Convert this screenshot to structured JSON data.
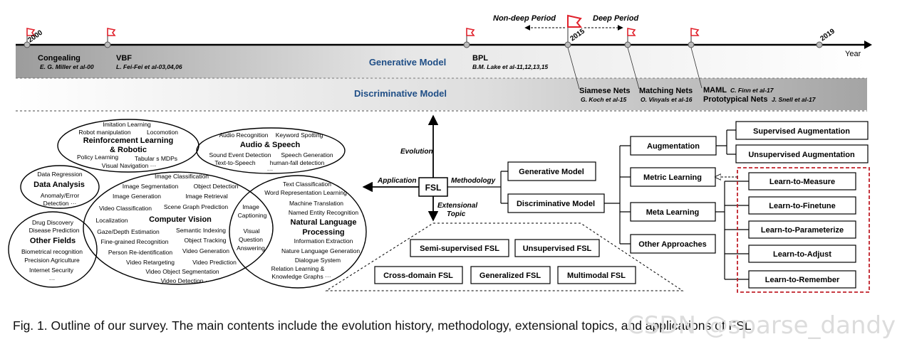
{
  "timeline": {
    "years": {
      "start": "2000",
      "mid": "2015",
      "end": "2019"
    },
    "axis_label": "Year",
    "non_deep": "Non-deep Period",
    "deep": "Deep Period",
    "generative_band": "Generative Model",
    "discriminative_band": "Discriminative Model",
    "milestones": [
      {
        "name": "Congealing",
        "ref": "E. G. Miller et al-00"
      },
      {
        "name": "VBF",
        "ref": "L. Fei-Fei et al-03,04,06"
      },
      {
        "name": "BPL",
        "ref": "B.M. Lake et al-11,12,13,15"
      },
      {
        "name": "Siamese Nets",
        "ref": "G. Koch et al-15"
      },
      {
        "name": "Matching Nets",
        "ref": "O. Vinyals et al-16"
      },
      {
        "name": "MAML",
        "ref": "C. Finn et al-17"
      },
      {
        "name": "Prototypical Nets",
        "ref": "J. Snell et al-17"
      }
    ]
  },
  "center": {
    "fsl": "FSL",
    "evolution": "Evolution",
    "application": "Application",
    "methodology": "Methodology",
    "extensional_1": "Extensional",
    "extensional_2": "Topic"
  },
  "methodology": {
    "generative": "Generative Model",
    "discriminative": "Discriminative Model",
    "augmentation": "Augmentation",
    "metric": "Metric Learning",
    "meta": "Meta Learning",
    "other": "Other Approaches",
    "supervised_aug": "Supervised Augmentation",
    "unsupervised_aug": "Unsupervised Augmentation",
    "meta_items": [
      "Learn-to-Measure",
      "Learn-to-Finetune",
      "Learn-to-Parameterize",
      "Learn-to-Adjust",
      "Learn-to-Remember"
    ]
  },
  "extensional": {
    "items": [
      "Semi-supervised FSL",
      "Unsupervised FSL",
      "Cross-domain FSL",
      "Generalized FSL",
      "Multimodal FSL"
    ]
  },
  "applications": {
    "rl": {
      "title_1": "Reinforcement Learning",
      "title_2": "& Robotic",
      "lines": [
        "Imitation Learning",
        "Robot manipulation",
        "Locomotion",
        "Policy Learning",
        "Tabular s MDPs",
        "Visual Navigation ···"
      ]
    },
    "audio": {
      "title": "Audio & Speech",
      "lines": [
        "Audio Recognition",
        "Keyword Spotting",
        "Sound Event Detection",
        "Speech Generation",
        "Text-to-Speech",
        "human-fall detection",
        "···"
      ]
    },
    "data": {
      "title": "Data Analysis",
      "lines": [
        "Data Regression",
        "Anomaly/Error",
        "Detection ···"
      ]
    },
    "other": {
      "title": "Other Fields",
      "lines": [
        "Drug Discovery",
        "Disease Prediction",
        "Biometrical recognition",
        "Precision Agriculture",
        "Internet Security",
        "···"
      ]
    },
    "cv": {
      "title": "Computer Vision",
      "lines": [
        "Image Classification",
        "Image Segmentation",
        "Object Detection",
        "Image Generation",
        "Image Retrieval",
        "Video Classification",
        "Scene Graph Prediction",
        "Localization",
        "Gaze/Depth Estimation",
        "Semantic Indexing",
        "Fine-grained Recognition",
        "Object Tracking",
        "Person Re-identification",
        "Video Generation",
        "Video Retargeting",
        "Video Prediction",
        "Video Object Segmentation",
        "Video Detection ···"
      ]
    },
    "nlp": {
      "title_1": "Natural Language",
      "title_2": "Processing",
      "lines": [
        "Text Classification",
        "Word Representation Learning",
        "Machine Translation",
        "Named Entity Recognition",
        "Information Extraction",
        "Nature Language Generation",
        "Dialogue System",
        "Relation Learning &",
        "Knowledge Graphs ···"
      ]
    },
    "overlap": [
      "Image",
      "Captioning",
      "Visual",
      "Question",
      "Answering"
    ]
  },
  "caption": "Fig. 1. Outline of our survey. The main contents include the evolution history, methodology, extensional topics, and applications of FSL.",
  "watermark": "CSDN @sparse_dandy",
  "colors": {
    "band": "#b9b9b9",
    "band_text": "#1f4e86",
    "flag": "#e0202a",
    "dashed_red": "#c0202a"
  }
}
